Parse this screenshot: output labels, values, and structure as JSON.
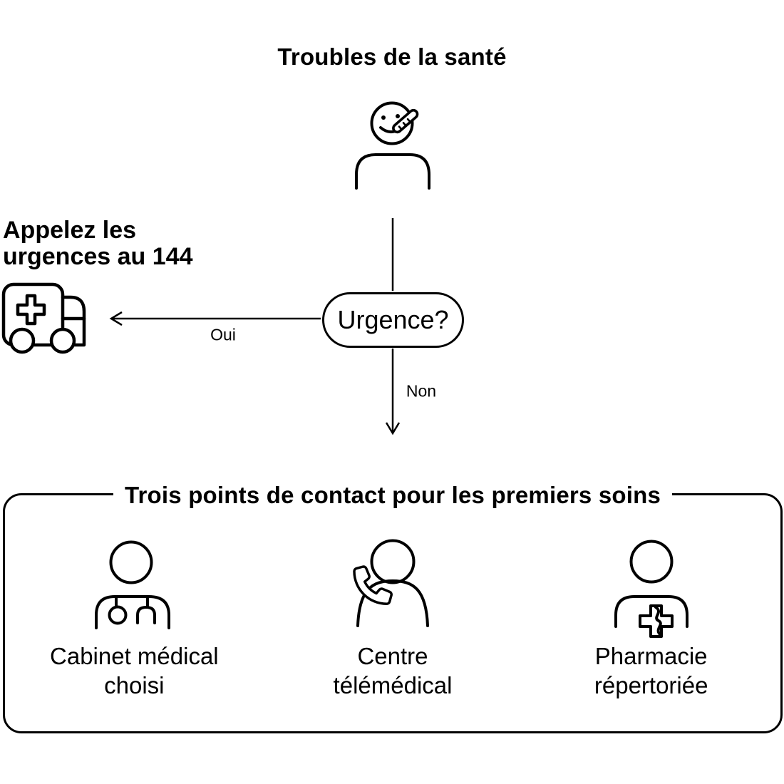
{
  "page": {
    "title": "Troubles de la santé"
  },
  "patient": {
    "icon": "sick-person-icon"
  },
  "decision": {
    "label": "Urgence?",
    "yes_label": "Oui",
    "no_label": "Non"
  },
  "emergency": {
    "line1": "Appelez les",
    "line2": "urgences au 144",
    "icon": "ambulance-icon"
  },
  "contact_box": {
    "title": "Trois points de contact pour les premiers soins",
    "items": [
      {
        "icon": "doctor-icon",
        "line1": "Cabinet médical",
        "line2": "choisi"
      },
      {
        "icon": "telemedicine-icon",
        "line1": "Centre",
        "line2": "télémédical"
      },
      {
        "icon": "pharmacy-icon",
        "line1": "Pharmacie",
        "line2": "répertoriée"
      }
    ]
  },
  "colors": {
    "stroke": "#000000",
    "background": "#ffffff"
  }
}
